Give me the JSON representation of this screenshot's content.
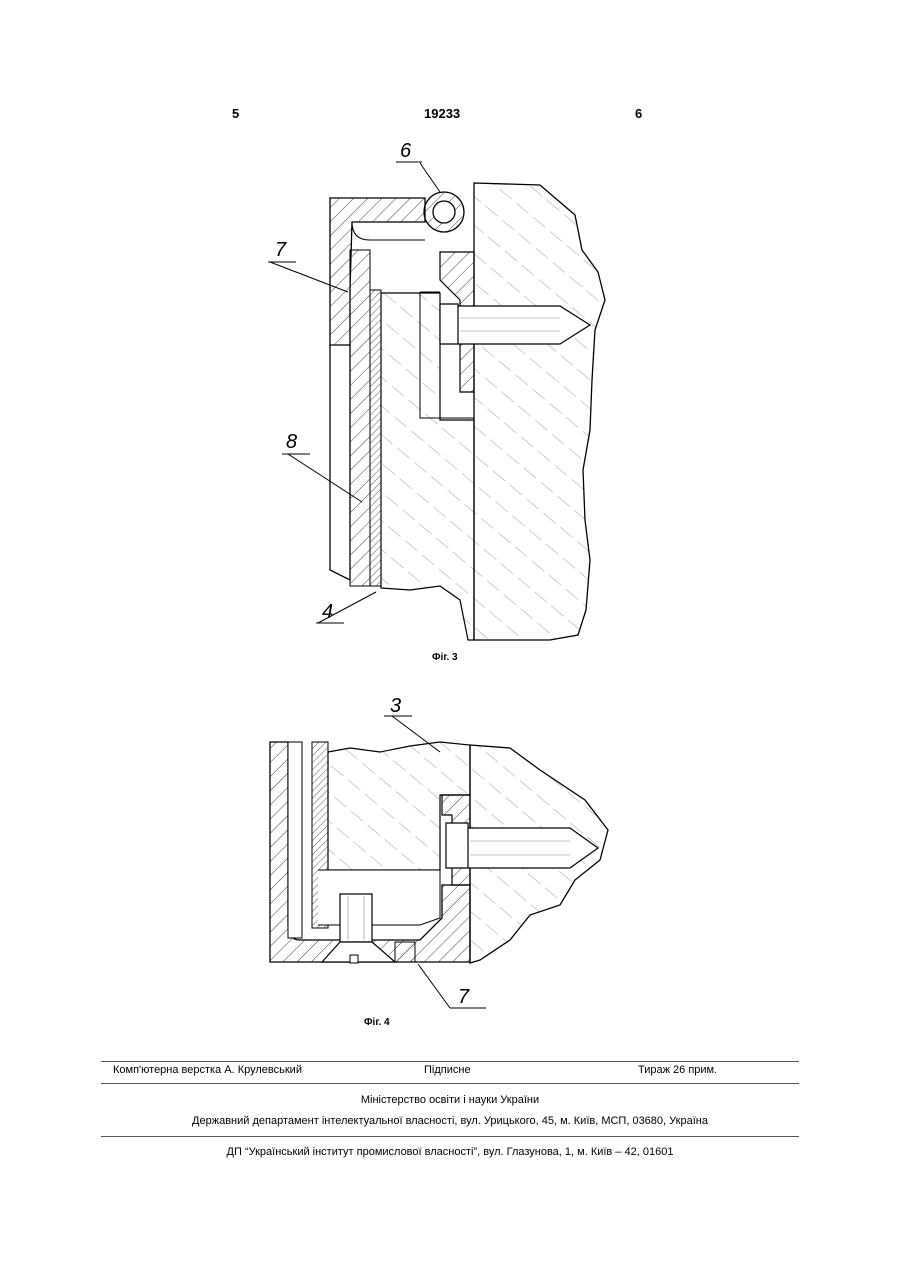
{
  "header": {
    "page_left": "5",
    "patent_number": "19233",
    "page_right": "6"
  },
  "figures": [
    {
      "caption": "Фіг. 3",
      "labels": [
        "6",
        "7",
        "8",
        "4"
      ]
    },
    {
      "caption": "Фіг. 4",
      "labels": [
        "3",
        "7"
      ]
    }
  ],
  "footer": {
    "typesetter": "Комп'ютерна верстка А. Крулевський",
    "signed": "Підписне",
    "circulation": "Тираж 26 прим.",
    "ministry": "Міністерство освіти і науки України",
    "department": "Державний департамент інтелектуальної власності, вул. Урицького, 45, м. Київ, МСП, 03680, Україна",
    "institute": "ДП “Український інститут промислової власності”, вул. Глазунова, 1, м. Київ – 42, 01601"
  }
}
